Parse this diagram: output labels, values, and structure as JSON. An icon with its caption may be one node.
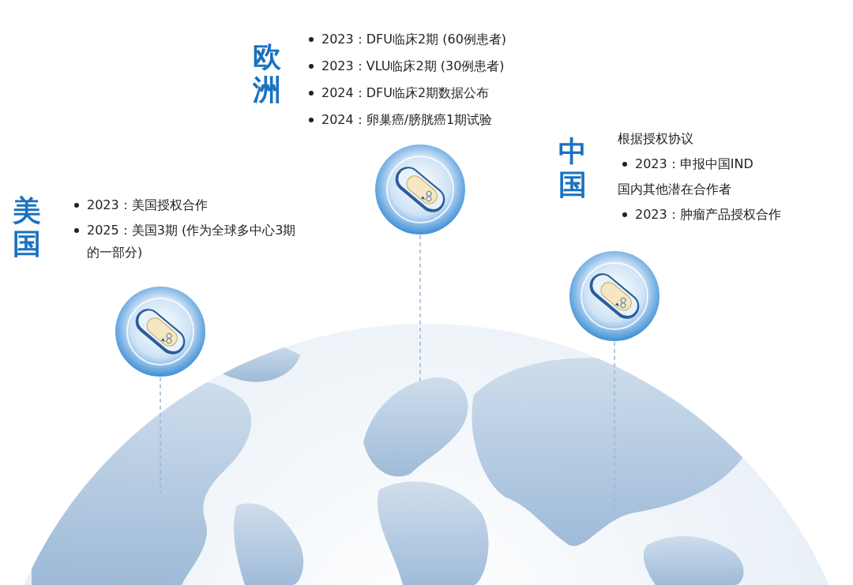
{
  "diagram": {
    "nodes": [
      {
        "text": [],
        "shape": "picture"
      },
      {
        "text": [],
        "shape": "picture"
      },
      {
        "text": [],
        "shape": "picture"
      }
    ],
    "edges": [
      {
        "from": 0,
        "to": null,
        "arrow": "none",
        "style": "dashed"
      },
      {
        "from": 1,
        "to": null,
        "arrow": "none",
        "style": "dashed"
      },
      {
        "from": 2,
        "to": null,
        "arrow": "none",
        "style": "dashed"
      }
    ],
    "labels": [
      "欧洲",
      "2023：DFU临床2期 (60例患者)",
      "2023：VLU临床2期 (30例患者)",
      "2024：DFU临床2期数据公布",
      "2024：卵巢癌/膀胱癌1期试验",
      "中国",
      "根据授权协议",
      "2023：申报中国IND",
      "国内其他潜在合作者",
      "2023：肿瘤产品授权合作",
      "美国",
      "2023：美国授权合作",
      "2025：美国3期 (作为全球多中心3期的一部分)"
    ]
  }
}
